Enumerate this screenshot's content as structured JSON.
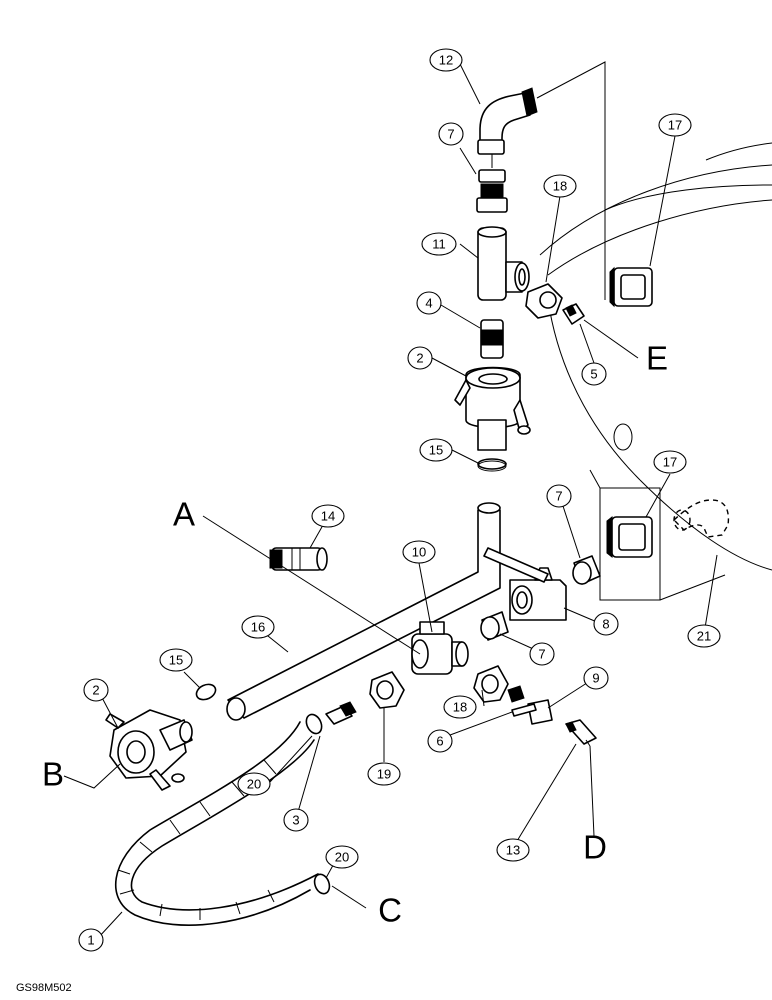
{
  "figure_id": "GS98M502",
  "callouts": {
    "c12": "12",
    "c7a": "7",
    "c17a": "17",
    "c18a": "18",
    "c11": "11",
    "c4": "4",
    "c2a": "2",
    "c5": "5",
    "c15a": "15",
    "c17b": "17",
    "c7b": "7",
    "c14": "14",
    "c10": "10",
    "c8": "8",
    "c16": "16",
    "c7c": "7",
    "c21": "21",
    "c15b": "15",
    "c2b": "2",
    "c18b": "18",
    "c9": "9",
    "c19": "19",
    "c6": "6",
    "c20a": "20",
    "c3": "3",
    "c13": "13",
    "c20b": "20",
    "c1": "1"
  },
  "letters": {
    "A": "A",
    "B": "B",
    "C": "C",
    "D": "D",
    "E": "E"
  }
}
